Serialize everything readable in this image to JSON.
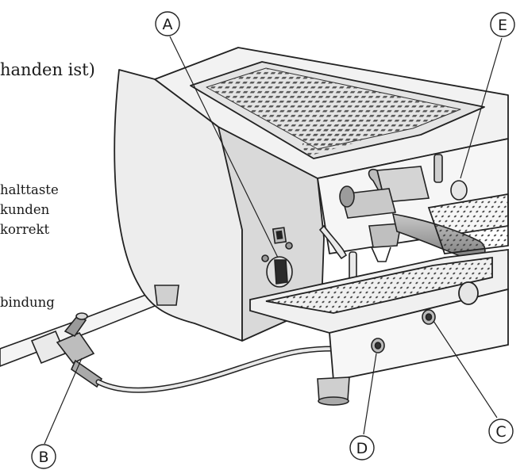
{
  "text_fragments": {
    "line1": "handen ist)",
    "line2": "halttaste",
    "line3": "kunden",
    "line4": "korrekt",
    "line5": "bindung"
  },
  "callouts": {
    "a": "A",
    "b": "B",
    "c": "C",
    "d": "D",
    "e": "E"
  }
}
